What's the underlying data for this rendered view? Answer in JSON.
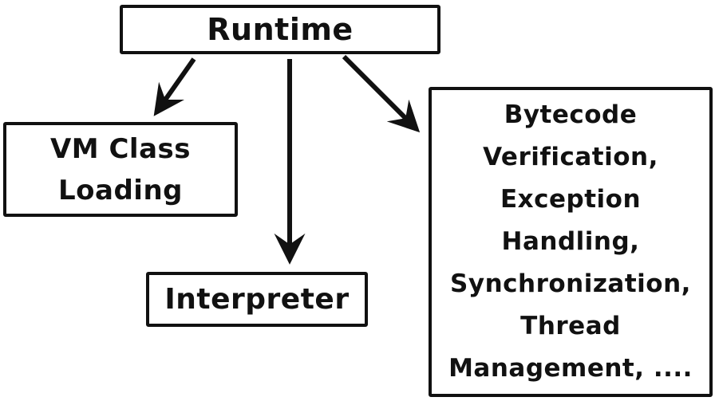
{
  "diagram": {
    "title": "Runtime components diagram",
    "colors": {
      "stroke": "#111111",
      "text": "#111111",
      "background": "#ffffff"
    },
    "nodes": {
      "runtime": {
        "label": "Runtime"
      },
      "vm_class_loading": {
        "label": "VM Class\nLoading"
      },
      "interpreter": {
        "label": "Interpreter"
      },
      "services": {
        "label": "Bytecode\nVerification,\nException\nHandling,\nSynchronization,\nThread\nManagement, ...."
      }
    },
    "edges": [
      {
        "from": "runtime",
        "to": "vm_class_loading",
        "style": "arrow"
      },
      {
        "from": "runtime",
        "to": "interpreter",
        "style": "arrow"
      },
      {
        "from": "runtime",
        "to": "services",
        "style": "arrow"
      }
    ]
  }
}
